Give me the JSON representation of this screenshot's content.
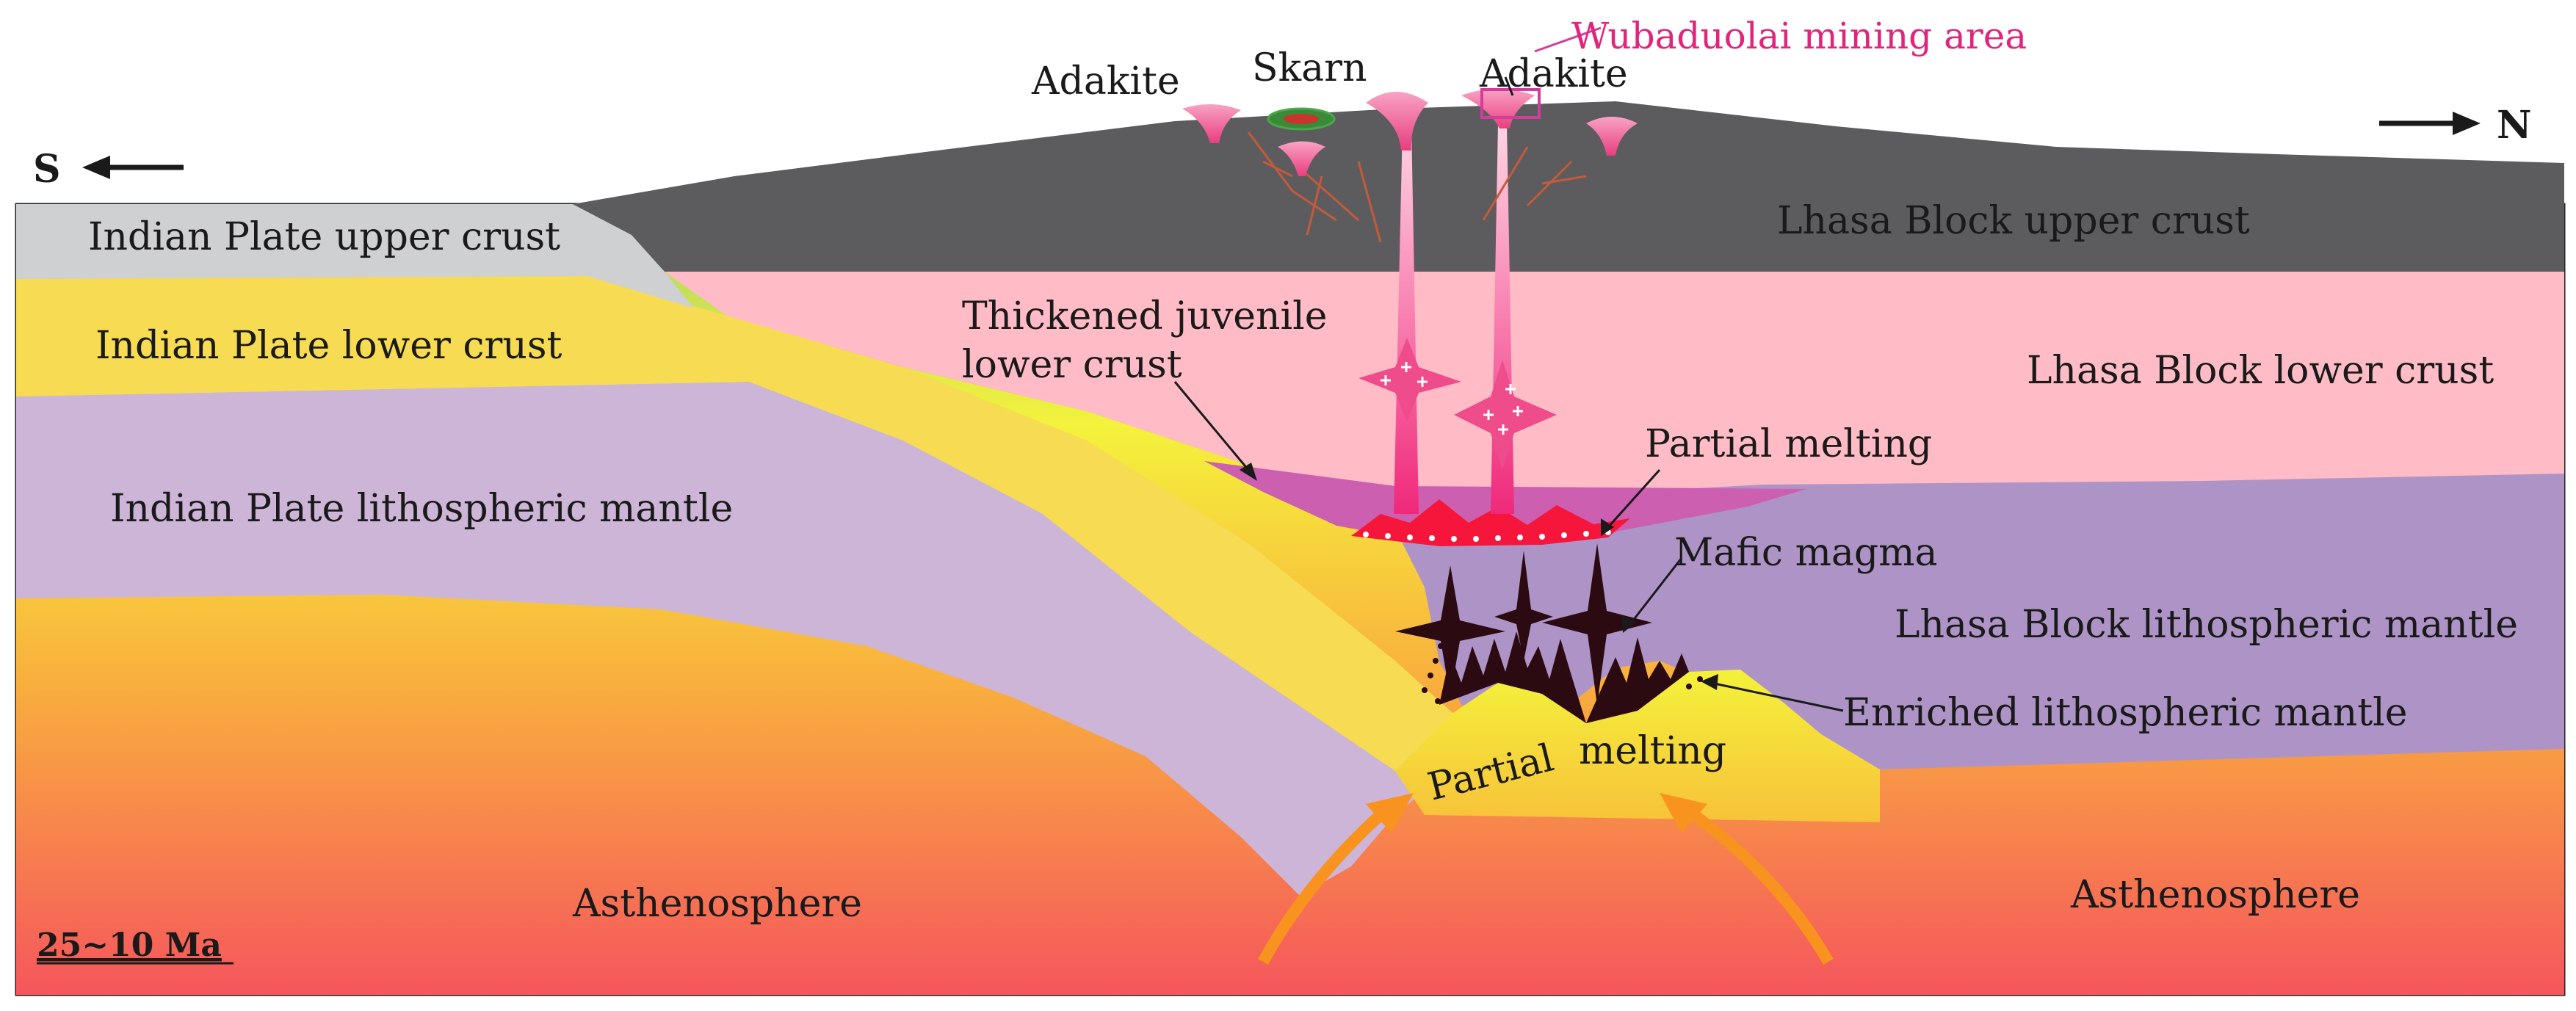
{
  "direction": {
    "south": "S",
    "north": "N"
  },
  "labels": {
    "indian_upper_crust": "Indian Plate upper crust",
    "indian_lower_crust": "Indian Plate lower crust",
    "indian_mantle": "Indian Plate lithospheric mantle",
    "lhasa_upper_crust": "Lhasa Block upper crust",
    "lhasa_lower_crust": "Lhasa Block lower crust",
    "lhasa_mantle": "Lhasa Block lithospheric mantle",
    "thickened_line1": "Thickened juvenile",
    "thickened_line2": "lower crust",
    "partial_melting_upper": "Partial  melting",
    "mafic_magma": "Mafic magma",
    "enriched_mantle": "Enriched lithospheric mantle",
    "partial_melting_lower_a": "Partial",
    "partial_melting_lower_b": "melting",
    "asthenosphere_left": "Asthenosphere",
    "asthenosphere_right": "Asthenosphere",
    "adakite_left": "Adakite",
    "adakite_right": "Adakite",
    "skarn": "Skarn",
    "mining_area": "Wubaduolai  mining area",
    "age": "25~10 Ma"
  },
  "colors": {
    "asthenosphere_top": "#f2f25a",
    "asthenosphere_bottom": "#f45f5a",
    "indian_upper_crust": "#cfd0d2",
    "indian_lower_crust": "#f7db52",
    "indian_mantle": "#cdb5d8",
    "lhasa_upper_crust": "#5c5c5e",
    "lhasa_lower_crust": "#ffbcc6",
    "lhasa_mantle": "#ae94c6",
    "juvenile_crust": "#cc5fb0",
    "adakite": "#f0568c",
    "mining_box": "#d23d9c",
    "arrow": "#f7931e",
    "mafic": "#2b0a12"
  }
}
